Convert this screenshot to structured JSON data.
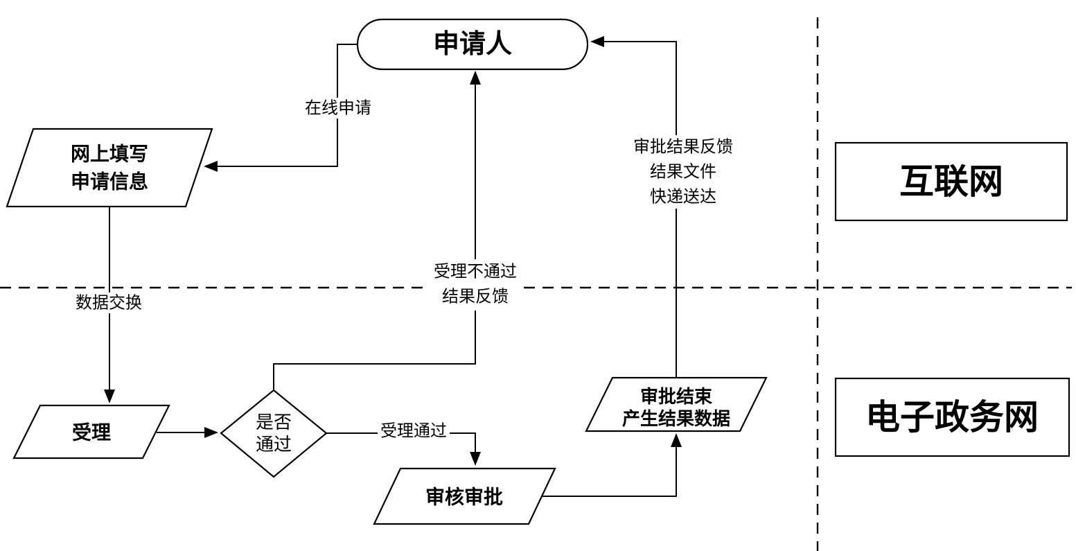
{
  "diagram": {
    "nodes": {
      "applicant": {
        "label": "申请人"
      },
      "online_fill": {
        "lines": [
          "网上填写",
          "申请信息"
        ]
      },
      "accept": {
        "label": "受理"
      },
      "decision": {
        "lines": [
          "是否",
          "通过"
        ]
      },
      "review": {
        "label": "审核审批"
      },
      "result": {
        "lines": [
          "审批结束",
          "产生结果数据"
        ]
      }
    },
    "zones": {
      "internet": {
        "label": "互联网"
      },
      "egov": {
        "label": "电子政务网"
      }
    },
    "edge_labels": {
      "online_apply": "在线申请",
      "data_exchange": "数据交换",
      "pass": "受理通过",
      "not_pass": [
        "受理不通过",
        "结果反馈"
      ],
      "result_feedback": [
        "审批结果反馈",
        "结果文件",
        "快递送达"
      ]
    },
    "colors": {
      "stroke": "#000000",
      "background": "#ffffff"
    }
  }
}
